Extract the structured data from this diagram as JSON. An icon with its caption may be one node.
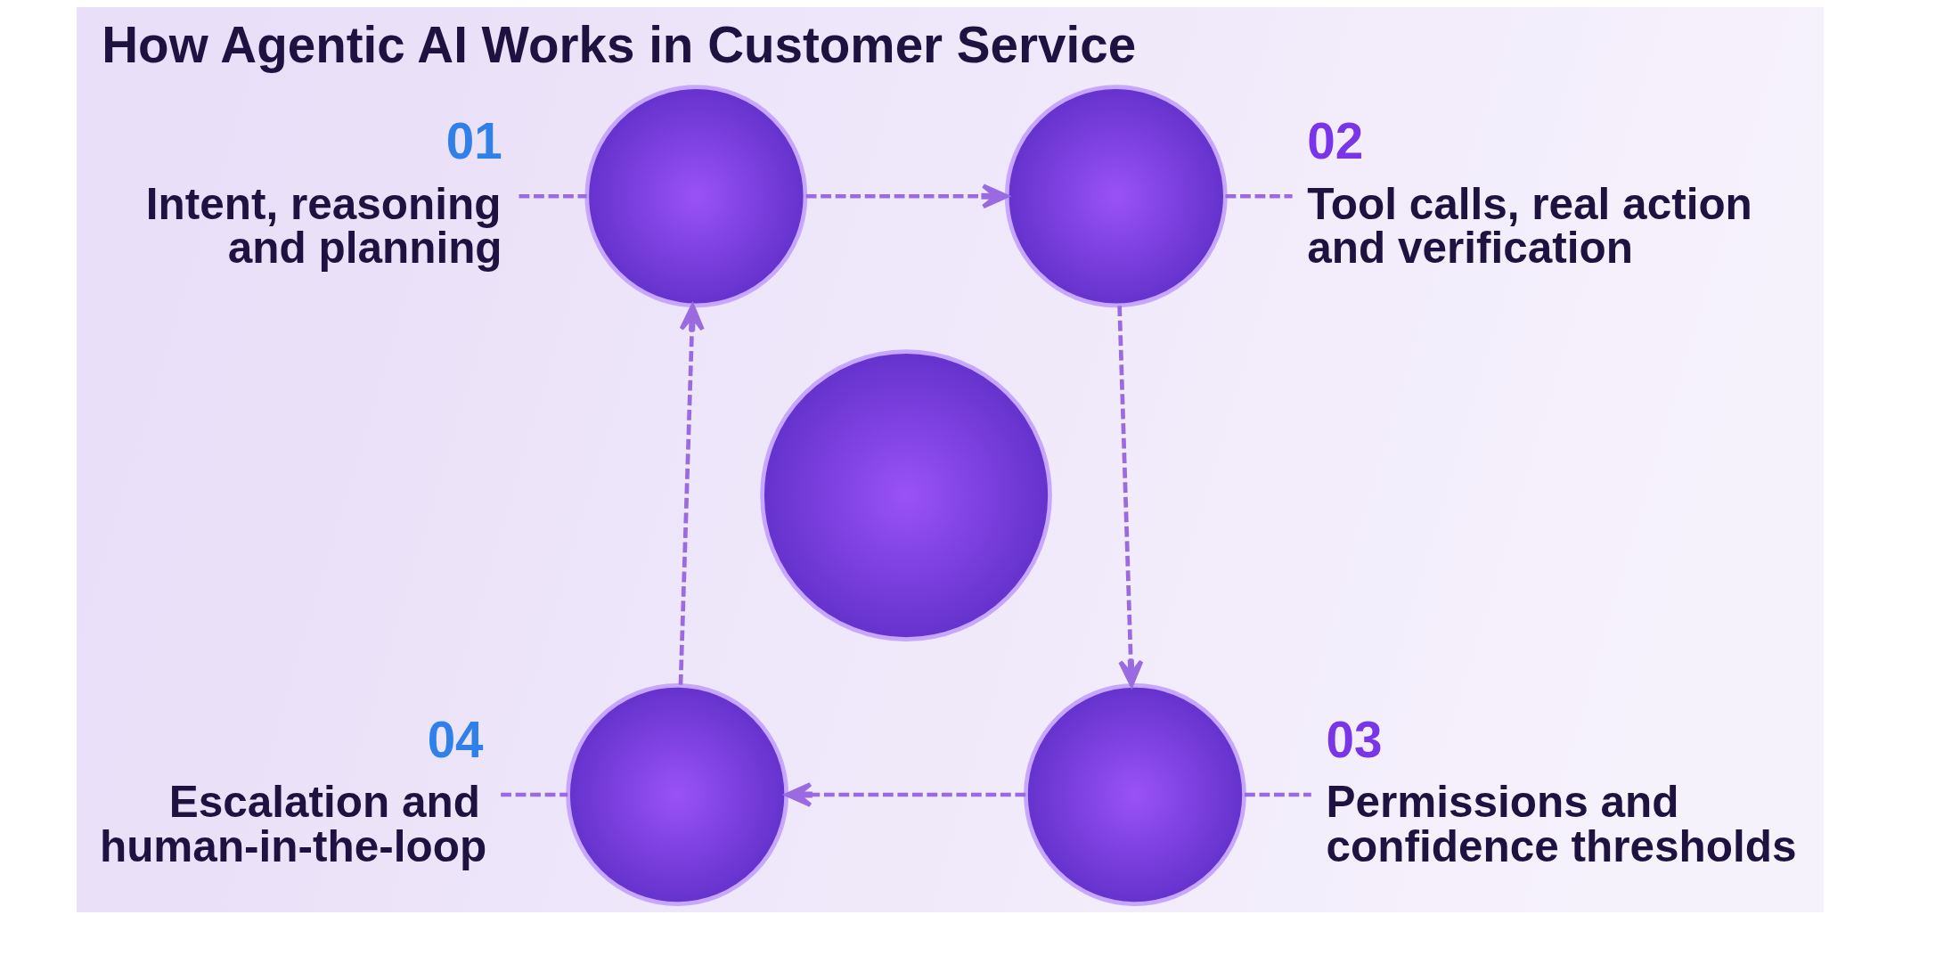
{
  "diagram": {
    "title": "How Agentic AI Works in Customer Service",
    "nodes": [
      {
        "text": [
          "01",
          "Intent, reasoning and planning"
        ]
      },
      {
        "text": [],
        "shape": "circle"
      },
      {
        "text": [],
        "shape": "circle"
      },
      {
        "text": [
          "02",
          "Tool calls, real action and verification"
        ]
      },
      {
        "text": [],
        "shape": "circle"
      },
      {
        "text": [
          "04",
          "Escalation and human-in-the-loop"
        ]
      },
      {
        "text": [],
        "shape": "circle"
      },
      {
        "text": [],
        "shape": "circle"
      },
      {
        "text": [
          "03",
          "Permissions and confidence thresholds"
        ]
      }
    ],
    "edges": [
      {
        "from": 0,
        "to": 1,
        "arrow": "none",
        "style": "dashed"
      },
      {
        "from": 1,
        "to": 2,
        "arrow": "to",
        "style": "dashed"
      },
      {
        "from": 2,
        "to": 3,
        "arrow": "none",
        "style": "dashed"
      },
      {
        "from": 2,
        "to": 7,
        "arrow": "to",
        "style": "dashed"
      },
      {
        "from": 7,
        "to": 8,
        "arrow": "none",
        "style": "dashed"
      },
      {
        "from": 7,
        "to": 6,
        "arrow": "to",
        "style": "dashed"
      },
      {
        "from": 5,
        "to": 6,
        "arrow": "none",
        "style": "dashed"
      },
      {
        "from": 6,
        "to": 1,
        "arrow": "to",
        "style": "dashed"
      }
    ]
  }
}
